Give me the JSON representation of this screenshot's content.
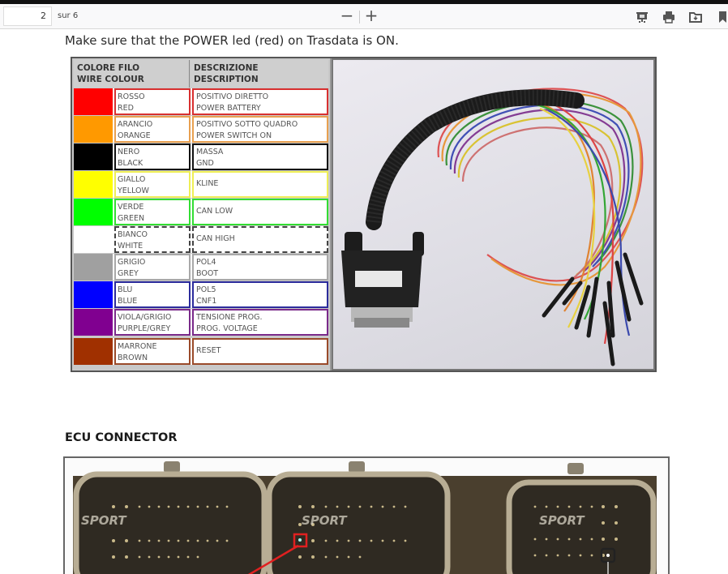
{
  "toolbar": {
    "page_current": "2",
    "page_total_label": "sur 6",
    "zoom_out_label": "−",
    "zoom_in_label": "+",
    "icons": [
      "presentation-icon",
      "print-icon",
      "save-icon",
      "bookmark-icon"
    ]
  },
  "document": {
    "instruction": "Make sure that the POWER led (red) on Trasdata is ON.",
    "wire_table": {
      "headers": {
        "col1_line1": "COLORE FILO",
        "col1_line2": "WIRE COLOUR",
        "col2_line1": "DESCRIZIONE",
        "col2_line2": "DESCRIPTION"
      },
      "rows": [
        {
          "it": "ROSSO",
          "en": "RED",
          "desc1": "POSITIVO DIRETTO",
          "desc2": "POWER BATTERY",
          "swatch": "#ff0000",
          "border": "#d83030"
        },
        {
          "it": "ARANCIO",
          "en": "ORANGE",
          "desc1": "POSITIVO SOTTO QUADRO",
          "desc2": "POWER SWITCH ON",
          "swatch": "#ff9900",
          "border": "#e8a050"
        },
        {
          "it": "NERO",
          "en": "BLACK",
          "desc1": "MASSA",
          "desc2": "GND",
          "swatch": "#000000",
          "border": "#111111"
        },
        {
          "it": "GIALLO",
          "en": "YELLOW",
          "desc1": "KLINE",
          "desc2": "",
          "swatch": "#ffff00",
          "border": "#eeee55"
        },
        {
          "it": "VERDE",
          "en": "GREEN",
          "desc1": "CAN LOW",
          "desc2": "",
          "swatch": "#00ff00",
          "border": "#33dd33"
        },
        {
          "it": "BIANCO",
          "en": "WHITE",
          "desc1": "CAN HIGH",
          "desc2": "",
          "swatch": "#ffffff",
          "border": "#444444"
        },
        {
          "it": "GRIGIO",
          "en": "GREY",
          "desc1": "POL4",
          "desc2": "BOOT",
          "swatch": "#a0a0a0",
          "border": "#a8a8a8"
        },
        {
          "it": "BLU",
          "en": "BLUE",
          "desc1": "POL5",
          "desc2": "CNF1",
          "swatch": "#0000ff",
          "border": "#2c2c9c"
        },
        {
          "it": "VIOLA/GRIGIO",
          "en": "PURPLE/GREY",
          "desc1": "TENSIONE PROG.",
          "desc2": "PROG. VOLTAGE",
          "swatch": "#800090",
          "border": "#7a2a8a"
        },
        {
          "it": "MARRONE",
          "en": "BROWN",
          "desc1": "RESET",
          "desc2": "",
          "swatch": "#a03000",
          "border": "#9a4a2a"
        }
      ]
    },
    "ecu_title": "ECU CONNECTOR",
    "ecu_brand_text": "SPORT"
  }
}
